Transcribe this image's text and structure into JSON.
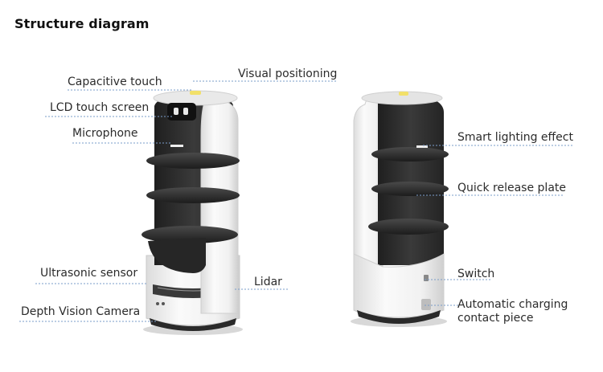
{
  "title": "Structure diagram",
  "labels": {
    "capacitive_touch": "Capacitive touch",
    "visual_positioning": "Visual positioning",
    "lcd_touch_screen": "LCD touch screen",
    "microphone": "Microphone",
    "ultrasonic_sensor": "Ultrasonic sensor",
    "lidar": "Lidar",
    "depth_vision_camera": "Depth Vision Camera",
    "smart_lighting_effect": "Smart lighting effect",
    "quick_release_plate": "Quick release plate",
    "switch": "Switch",
    "automatic_charging_line1": "Automatic charging",
    "automatic_charging_line2": "contact piece"
  },
  "colors": {
    "leader_line": "#7a9cc9",
    "robot_white": "#f4f4f4",
    "robot_dark": "#2f2f2f",
    "accent_yellow": "#f2e06a"
  }
}
